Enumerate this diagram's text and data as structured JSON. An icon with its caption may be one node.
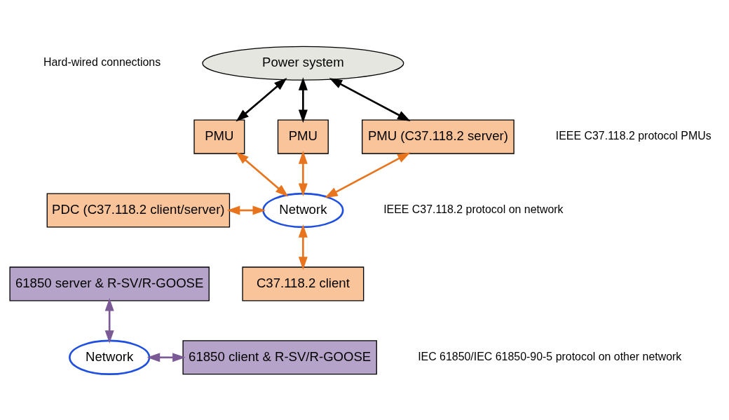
{
  "diagram": {
    "nodes": [
      {
        "text": [
          "Power system"
        ]
      },
      {
        "text": [
          "PMU"
        ]
      },
      {
        "text": [
          "PMU"
        ]
      },
      {
        "text": [
          "PMU (C37.118.2 server)"
        ]
      },
      {
        "text": [
          "PDC (C37.118.2 client/server)"
        ]
      },
      {
        "text": [
          "Network"
        ]
      },
      {
        "text": [
          "61850 server & R-SV/R-GOOSE"
        ]
      },
      {
        "text": [
          "C37.118.2 client"
        ]
      },
      {
        "text": [
          "Network"
        ]
      },
      {
        "text": [
          "61850 client & R-SV/R-GOOSE"
        ]
      }
    ],
    "edges": [
      {
        "from": 0,
        "to": 1,
        "arrow": "both",
        "color": "#000000"
      },
      {
        "from": 0,
        "to": 2,
        "arrow": "both",
        "color": "#000000"
      },
      {
        "from": 0,
        "to": 3,
        "arrow": "both",
        "color": "#000000"
      },
      {
        "from": 1,
        "to": 5,
        "arrow": "both"
      },
      {
        "from": 2,
        "to": 5,
        "arrow": "both"
      },
      {
        "from": 3,
        "to": 5,
        "arrow": "both"
      },
      {
        "from": 4,
        "to": 5,
        "arrow": "both"
      },
      {
        "from": 5,
        "to": 7,
        "arrow": "both"
      },
      {
        "from": 6,
        "to": 8,
        "arrow": "both",
        "color": "#7b5a96"
      },
      {
        "from": 8,
        "to": 9,
        "arrow": "both",
        "color": "#7b5a96"
      }
    ],
    "labels": [
      "Hard-wired connections",
      "IEEE C37.118.2 protocol PMUs",
      "IEEE C37.118.2 protocol on network",
      "IEC 61850/IEC 61850-90-5 protocol on other network"
    ]
  }
}
